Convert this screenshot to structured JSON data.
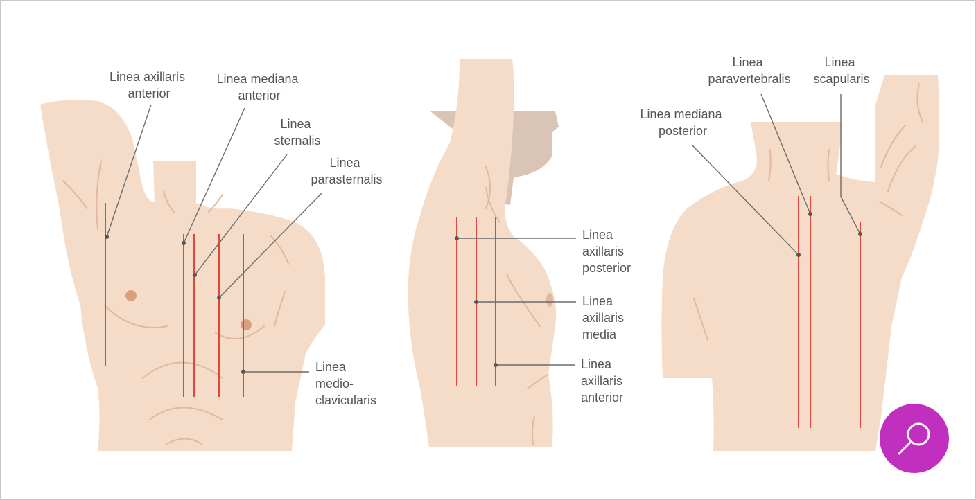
{
  "figure": {
    "front_view": {
      "labels": {
        "axillaris_anterior": [
          "Linea axillaris",
          "anterior"
        ],
        "mediana_anterior": [
          "Linea mediana",
          "anterior"
        ],
        "sternalis": [
          "Linea",
          "sternalis"
        ],
        "parasternalis": [
          "Linea",
          "parasternalis"
        ],
        "medioclavicularis": [
          "Linea",
          "medio-",
          "clavicularis"
        ]
      }
    },
    "side_view": {
      "labels": {
        "axillaris_posterior": [
          "Linea",
          "axillaris",
          "posterior"
        ],
        "axillaris_media": [
          "Linea",
          "axillaris",
          "media"
        ],
        "axillaris_anterior": [
          "Linea",
          "axillaris",
          "anterior"
        ]
      }
    },
    "back_view": {
      "labels": {
        "paravertebralis": [
          "Linea",
          "paravertebralis"
        ],
        "scapularis": [
          "Linea",
          "scapularis"
        ],
        "mediana_posterior": [
          "Linea mediana",
          "posterior"
        ]
      }
    }
  },
  "controls": {
    "zoom_icon": "magnifier-icon",
    "accent_color": "#c02fbe"
  },
  "colors": {
    "skin": "#f4dcc8",
    "skin_shadow": "#d9c4b6",
    "reference_line": "#e0463c",
    "label_text": "#555555"
  }
}
